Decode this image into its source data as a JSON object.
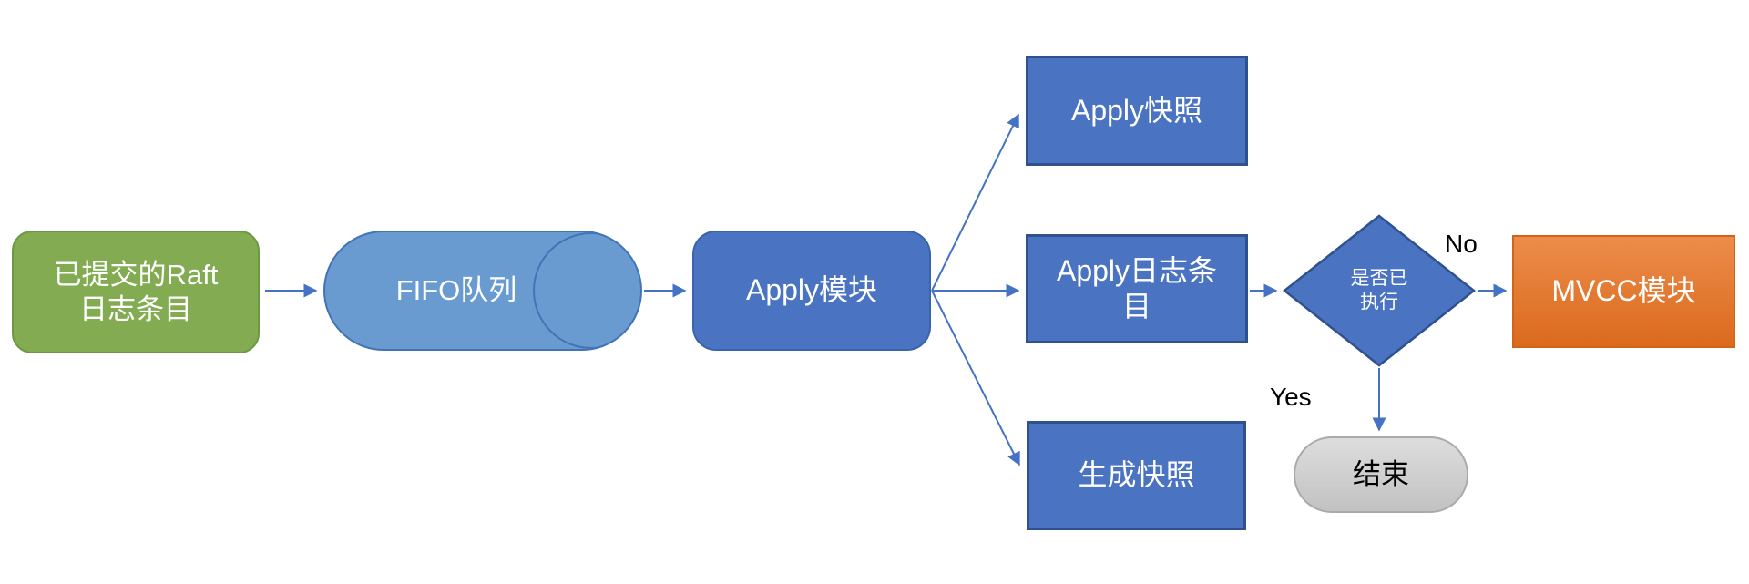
{
  "diagram": {
    "background": "#FFFFFF",
    "nodes": {
      "raft_log": {
        "label": "已提交的Raft\n日志条目",
        "shape": "rounded-rectangle",
        "fill": "#82AB52",
        "text_color": "#FFFFFF"
      },
      "fifo_queue": {
        "label": "FIFO队列",
        "shape": "cylinder",
        "fill": "#699BD1",
        "text_color": "#FFFFFF"
      },
      "apply_module": {
        "label": "Apply模块",
        "shape": "rounded-rectangle",
        "fill": "#4A73C2",
        "text_color": "#FFFFFF"
      },
      "apply_snapshot": {
        "label": "Apply快照",
        "shape": "rectangle",
        "fill": "#4A73C2",
        "text_color": "#FFFFFF"
      },
      "apply_log_entry": {
        "label": "Apply日志条\n目",
        "shape": "rectangle",
        "fill": "#4A73C2",
        "text_color": "#FFFFFF"
      },
      "generate_snapshot": {
        "label": "生成快照",
        "shape": "rectangle",
        "fill": "#4A73C2",
        "text_color": "#FFFFFF"
      },
      "decision_executed": {
        "label": "是否已\n执行",
        "shape": "diamond",
        "fill": "#4A73C2",
        "text_color": "#FFFFFF"
      },
      "mvcc_module": {
        "label": "MVCC模块",
        "shape": "rectangle",
        "fill": "#ED7D31",
        "text_color": "#FFFFFF"
      },
      "end": {
        "label": "结束",
        "shape": "stadium",
        "fill": "#D0D0D0",
        "text_color": "#000000"
      }
    },
    "edges": [
      {
        "from": "raft_log",
        "to": "fifo_queue",
        "label": ""
      },
      {
        "from": "fifo_queue",
        "to": "apply_module",
        "label": ""
      },
      {
        "from": "apply_module",
        "to": "apply_snapshot",
        "label": ""
      },
      {
        "from": "apply_module",
        "to": "apply_log_entry",
        "label": ""
      },
      {
        "from": "apply_module",
        "to": "generate_snapshot",
        "label": ""
      },
      {
        "from": "apply_log_entry",
        "to": "decision_executed",
        "label": ""
      },
      {
        "from": "decision_executed",
        "to": "mvcc_module",
        "label": "No"
      },
      {
        "from": "decision_executed",
        "to": "end",
        "label": "Yes"
      }
    ],
    "colors": {
      "arrow": "#4472C4",
      "blue_border": "#2F528F",
      "edge_label_text": "#000000"
    }
  }
}
